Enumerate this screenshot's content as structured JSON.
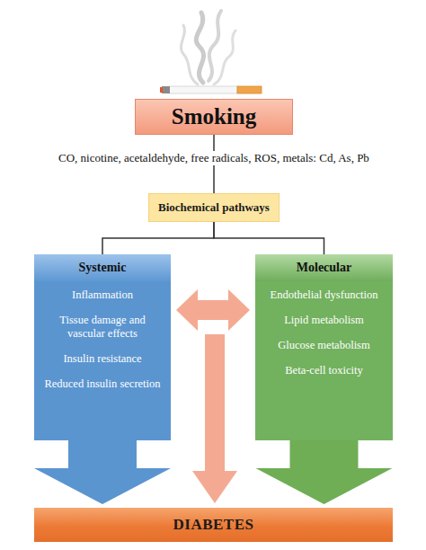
{
  "diagram": {
    "nodes": [
      {
        "text": [
          "Smoking"
        ]
      },
      {
        "text": [
          "Biochemical pathways"
        ]
      },
      {
        "text": [
          "Systemic",
          "Inflammation",
          "Tissue damage and vascular effects",
          "Insulin resistance",
          "Reduced insulin secretion"
        ]
      },
      {
        "text": [
          "Molecular",
          "Endothelial dysfunction",
          "Lipid metabolism",
          "Glucose metabolism",
          "Beta-cell toxicity"
        ]
      },
      {
        "text": [
          "DIABETES"
        ]
      }
    ],
    "edges": [
      {
        "from": 0,
        "to": 1,
        "arrow": "none",
        "label": "CO, nicotine, acetaldehyde, free radicals, ROS, metals: Cd, As, Pb"
      },
      {
        "from": 1,
        "to": 2,
        "arrow": "none"
      },
      {
        "from": 1,
        "to": 3,
        "arrow": "none"
      },
      {
        "from": 2,
        "to": 3,
        "arrow": "both"
      },
      {
        "from": 2,
        "to": 4,
        "arrow": "to"
      },
      {
        "from": 3,
        "to": 4,
        "arrow": "to"
      }
    ]
  }
}
